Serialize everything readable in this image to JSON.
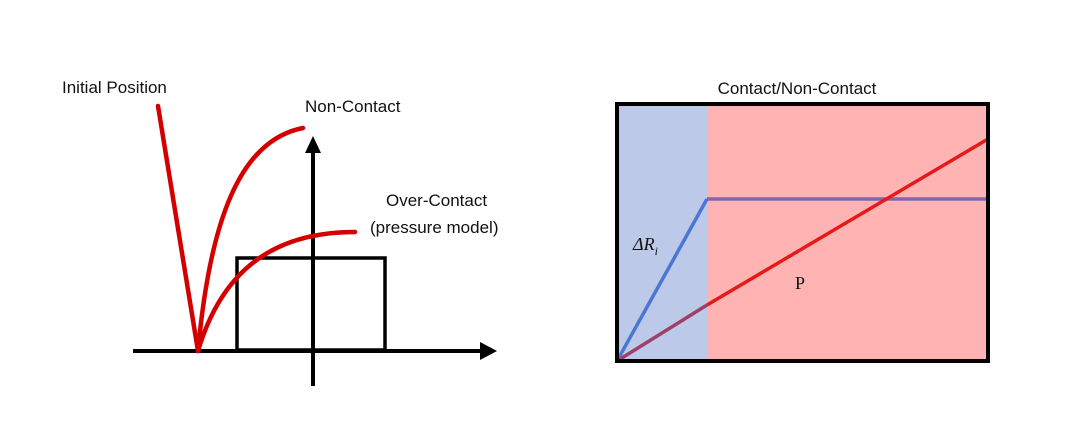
{
  "left_diagram": {
    "labels": {
      "initial": "Initial Position",
      "non_contact": "Non-Contact",
      "over_contact": "Over-Contact",
      "pressure_model": "(pressure model)"
    }
  },
  "right_diagram": {
    "title": "Contact/Non-Contact",
    "delta_label": "ΔR",
    "delta_subscript": "i",
    "p_label": "P"
  },
  "colors": {
    "curve_red": "#d40000",
    "axis_black": "#000000",
    "region_blue": "#bcc9e8",
    "region_red": "#ffb3b3",
    "line_blue": "#4a77d4",
    "line_red": "#e51a1a",
    "line_purple": "#8066b0"
  }
}
